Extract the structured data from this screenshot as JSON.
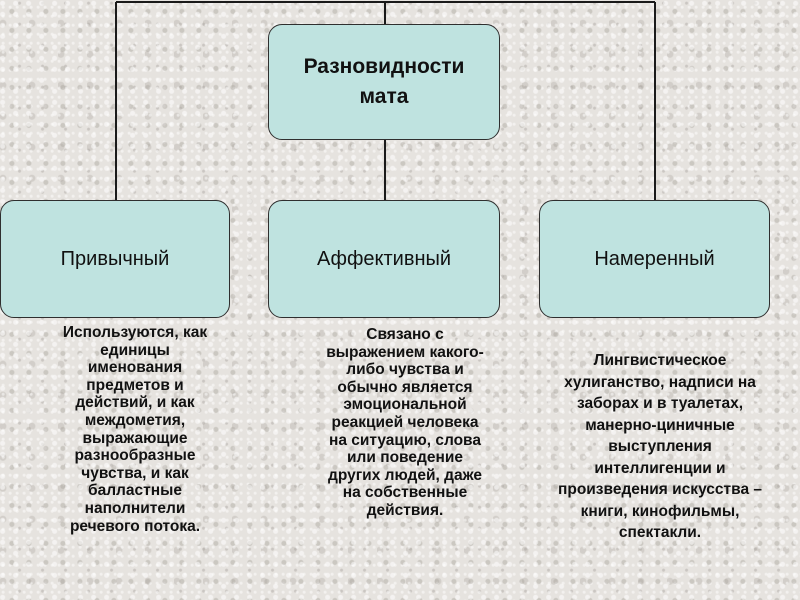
{
  "colors": {
    "box_fill": "#bfe3e0",
    "box_border": "#2f2f2f",
    "connector": "#1a1a1a",
    "text": "#111111"
  },
  "root": {
    "label": "Разновидности\nмата"
  },
  "categories": [
    {
      "label": "Привычный",
      "description": "Используются, как\nединицы\nименования\nпредметов и\nдействий, и как\nмеждометия,\nвыражающие\nразнообразные\nчувства, и как\nбалластные\nнаполнители\nречевого потока."
    },
    {
      "label": "Аффективный",
      "description": "Связано с\nвыражением какого-\nлибо чувства и\nобычно является\nэмоциональной\nреакцией человека\nна ситуацию, слова\nили поведение\nдругих людей, даже\nна собственные\nдействия."
    },
    {
      "label": "Намеренный",
      "description": "Лингвистическое\nхулиганство, надписи на\nзаборах и в туалетах,\nманерно-циничные\nвыступления\nинтеллигенции и\nпроизведения искусства –\nкниги, кинофильмы,\nспектакли."
    }
  ]
}
